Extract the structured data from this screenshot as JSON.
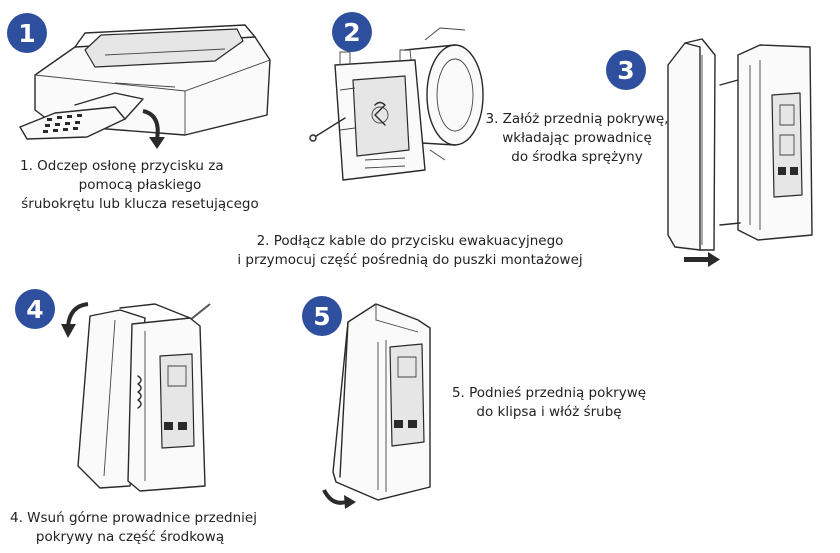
{
  "steps": [
    {
      "number": "1",
      "caption_lines": [
        "1.      Odczep osłonę przycisku za",
        "pomocą płaskiego",
        "śrubokrętu lub klucza resetującego"
      ]
    },
    {
      "number": "2",
      "caption_lines": [
        "2. Podłącz kable do przycisku ewakuacyjnego",
        "i przymocuj część pośrednią do puszki montażowej"
      ]
    },
    {
      "number": "3",
      "caption_lines": [
        "3. Załóż przednią pokrywę,",
        "wkładając prowadnicę",
        "do środka sprężyny"
      ]
    },
    {
      "number": "4",
      "caption_lines": [
        "4. Wsuń górne prowadnice przedniej",
        "pokrywy na część środkową"
      ]
    },
    {
      "number": "5",
      "caption_lines": [
        "5. Podnieś przednią pokrywę",
        "do klipsa i włóż śrubę"
      ]
    }
  ],
  "colors": {
    "badge": "#2d4f9e",
    "line_art": "#2a2a2a"
  },
  "icons": [
    "curved-arrow-icon",
    "push-arrow-icon",
    "right-arrow-icon"
  ]
}
